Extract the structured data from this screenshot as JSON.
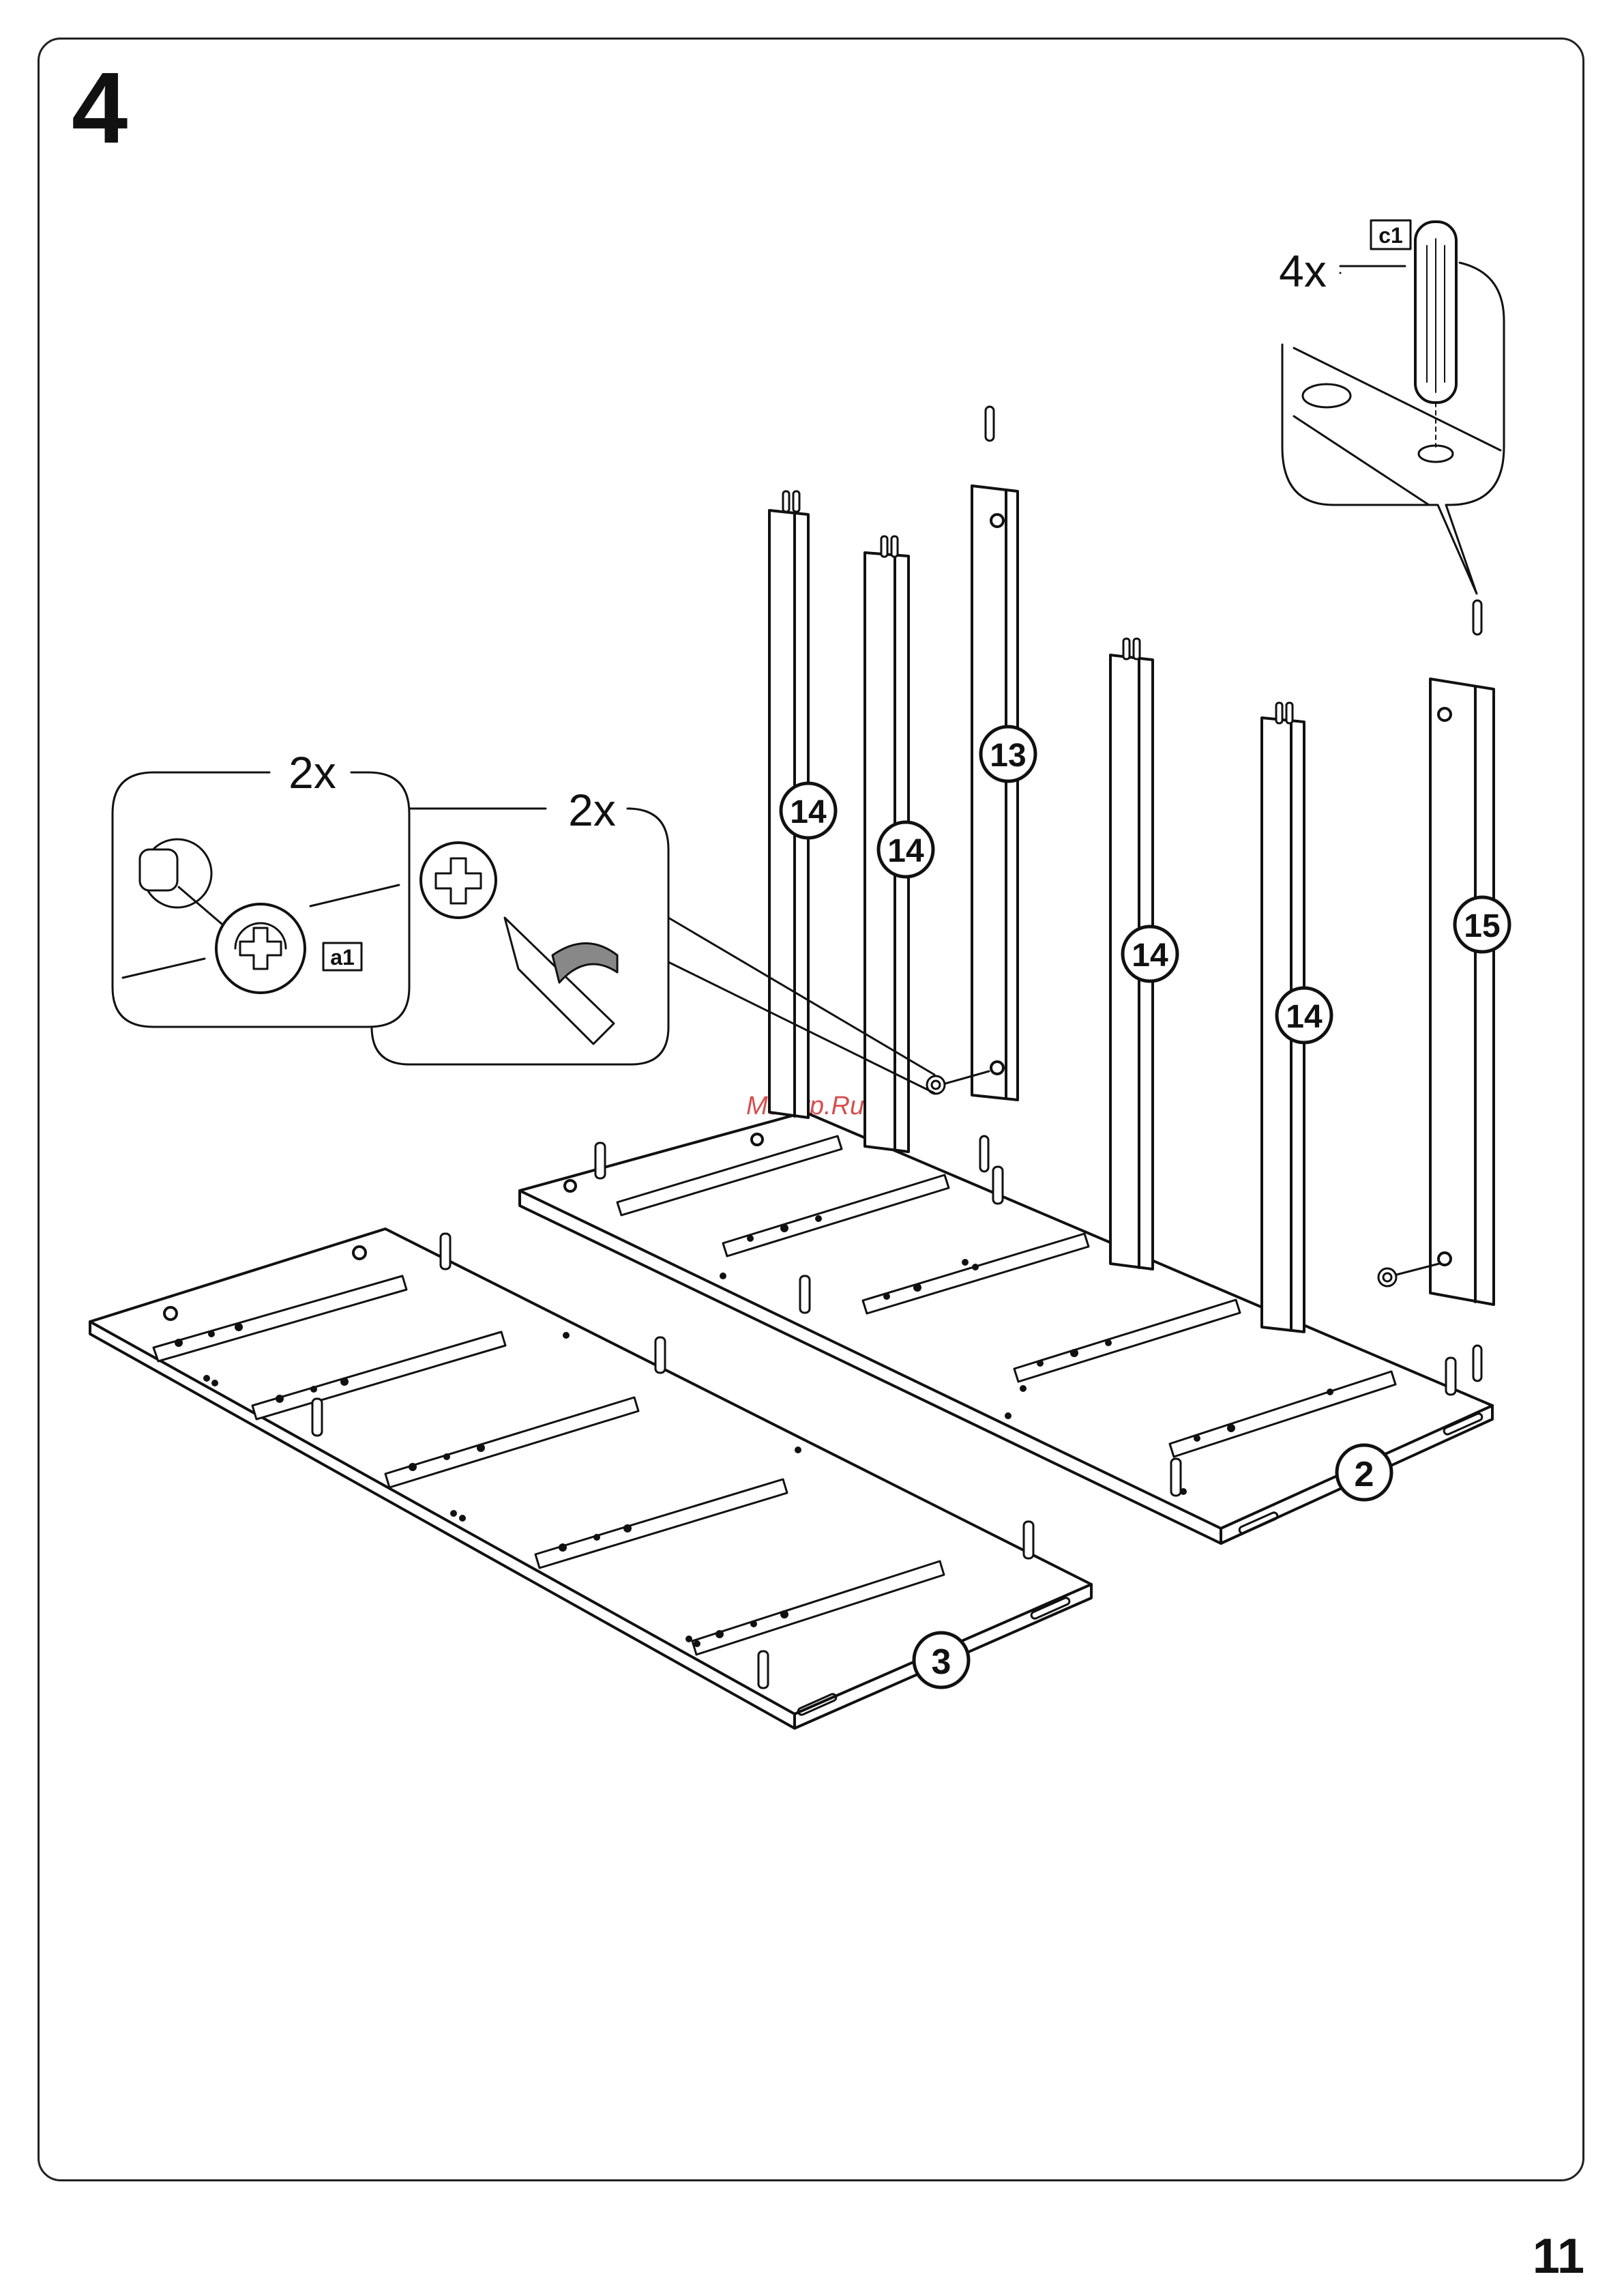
{
  "step": "4",
  "page_number": "11",
  "watermark": "MsGrp.Ru",
  "callouts": {
    "cam_quantity": "2x",
    "tool_quantity": "2x",
    "dowel_quantity": "4x",
    "cam_part_code": "a1",
    "dowel_part_code": "c1"
  },
  "part_labels": {
    "post_a": "14",
    "post_b": "14",
    "post_c": "13",
    "post_d": "14",
    "post_e": "14",
    "post_f": "15",
    "panel_right": "2",
    "panel_left": "3"
  },
  "colors": {
    "line": "#111111",
    "fill": "#ffffff",
    "watermark": "#d23a3a"
  }
}
